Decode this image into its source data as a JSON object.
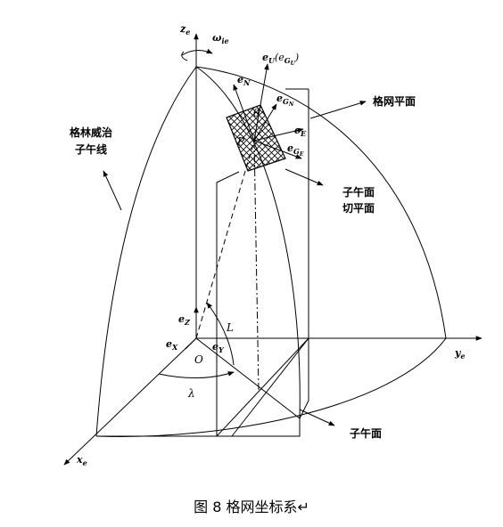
{
  "labels": {
    "ze": "z",
    "ze_sub": "e",
    "omega": "ω",
    "omega_sub": "ie",
    "eU": "e",
    "eU_sub": "U",
    "eU_paren": "(e",
    "eU_paren_sub": "G",
    "eU_paren_subsub": "U",
    "eU_close": ")",
    "eN": "e",
    "eN_sub": "N",
    "eGN": "e",
    "eGN_sub": "G",
    "eGN_subsub": "N",
    "eE": "e",
    "eE_sub": "E",
    "eGE": "e",
    "eGE_sub": "G",
    "eGE_subsub": "E",
    "theta": "θ",
    "P": "P",
    "grid_plane": "格网平面",
    "greenwich_line1": "格林威治",
    "greenwich_line2": "子午线",
    "meridian_tangent_line1": "子午面",
    "meridian_tangent_line2": "切平面",
    "meridian": "子午面",
    "eZ": "e",
    "eZ_sub": "Z",
    "L": "L",
    "eX": "e",
    "eX_sub": "X",
    "eY": "e",
    "eY_sub": "Y",
    "O": "O",
    "ye": "y",
    "ye_sub": "e",
    "lambda": "λ",
    "xe": "x",
    "xe_sub": "e"
  },
  "caption": "图 8 格网坐标系↵"
}
